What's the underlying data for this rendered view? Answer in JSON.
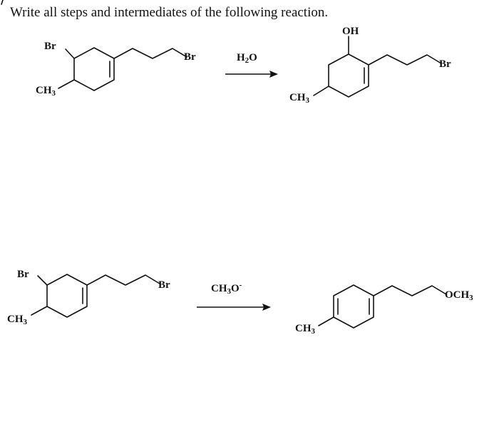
{
  "question": {
    "text": "Write all steps and intermediates of the following reaction."
  },
  "reaction1": {
    "reactant": {
      "label_br_ring": "Br",
      "label_br_chain": "Br",
      "label_ch3": {
        "base": "CH",
        "sub": "3"
      }
    },
    "reagent": {
      "base": "H",
      "sub": "2",
      "tail": "O"
    },
    "product": {
      "label_oh": "OH",
      "label_br_chain": "Br",
      "label_ch3": {
        "base": "CH",
        "sub": "3"
      }
    }
  },
  "reaction2": {
    "reactant": {
      "label_br_ring": "Br",
      "label_br_chain": "Br",
      "label_ch3": {
        "base": "CH",
        "sub": "3"
      }
    },
    "reagent": {
      "base": "CH",
      "sub": "3",
      "tail": "O",
      "sup": "-"
    },
    "product": {
      "label_och3": {
        "base": "OCH",
        "sub": "3"
      },
      "label_ch3": {
        "base": "CH",
        "sub": "3"
      }
    }
  }
}
